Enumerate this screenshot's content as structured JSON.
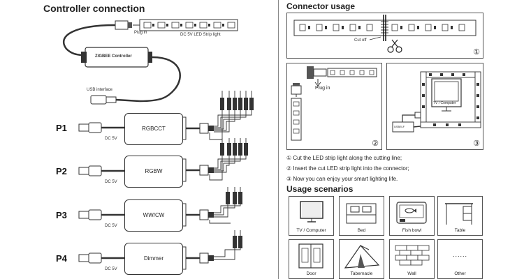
{
  "left": {
    "title": "Controller connection",
    "plug_in": "Plug in",
    "strip_label": "DC 5V LED Strip light",
    "controller": "ZIGBEE Controller",
    "usb_interface": "USB interface",
    "rows": [
      {
        "p": "P1",
        "name": "RGBCCT",
        "dc": "DC 5V"
      },
      {
        "p": "P2",
        "name": "RGBW",
        "dc": "DC 5V"
      },
      {
        "p": "P3",
        "name": "WW/CW",
        "dc": "DC 5V"
      },
      {
        "p": "P4",
        "name": "Dimmer",
        "dc": "DC 5V"
      }
    ]
  },
  "right": {
    "connector_title": "Connector usage",
    "cut_off": "Cut off",
    "plug_in": "Plug in",
    "tv_label": "TV / Computer",
    "usb_box": "USB/ILF",
    "panel_nums": [
      "①",
      "②",
      "③"
    ],
    "steps": [
      "① Cut the LED strip light along the cutting line;",
      "② Insert the cut LED strip light into the connector;",
      "③ Now you can enjoy your smart lighting life."
    ],
    "scenarios_title": "Usage scenarios",
    "scenarios": [
      "TV / Computer",
      "Bed",
      "Fish bowl",
      "Table",
      "Door",
      "Tabernacle",
      "Wall",
      "Other"
    ],
    "other_dots": "......"
  }
}
